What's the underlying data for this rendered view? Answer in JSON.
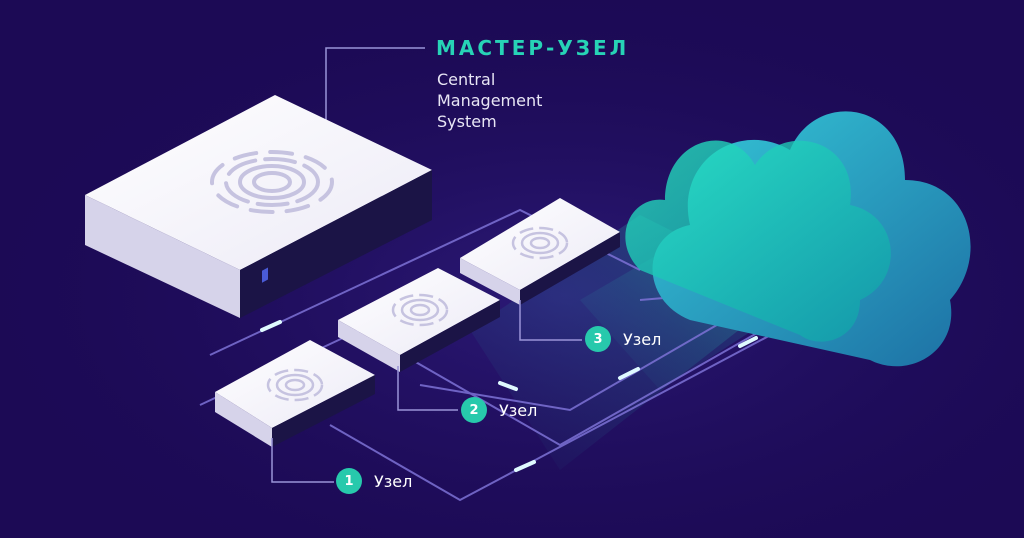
{
  "master": {
    "title": "МАСТЕР-УЗЕЛ",
    "subtitle_lines": [
      "Central",
      "Management",
      "System"
    ]
  },
  "nodes": [
    {
      "number": "1",
      "label": "Узел"
    },
    {
      "number": "2",
      "label": "Узел"
    },
    {
      "number": "3",
      "label": "Узел"
    }
  ],
  "colors": {
    "background": "#1c0a55",
    "accent": "#27d3b6",
    "cloud": "#2fe0c2",
    "server": "#ffffff"
  }
}
